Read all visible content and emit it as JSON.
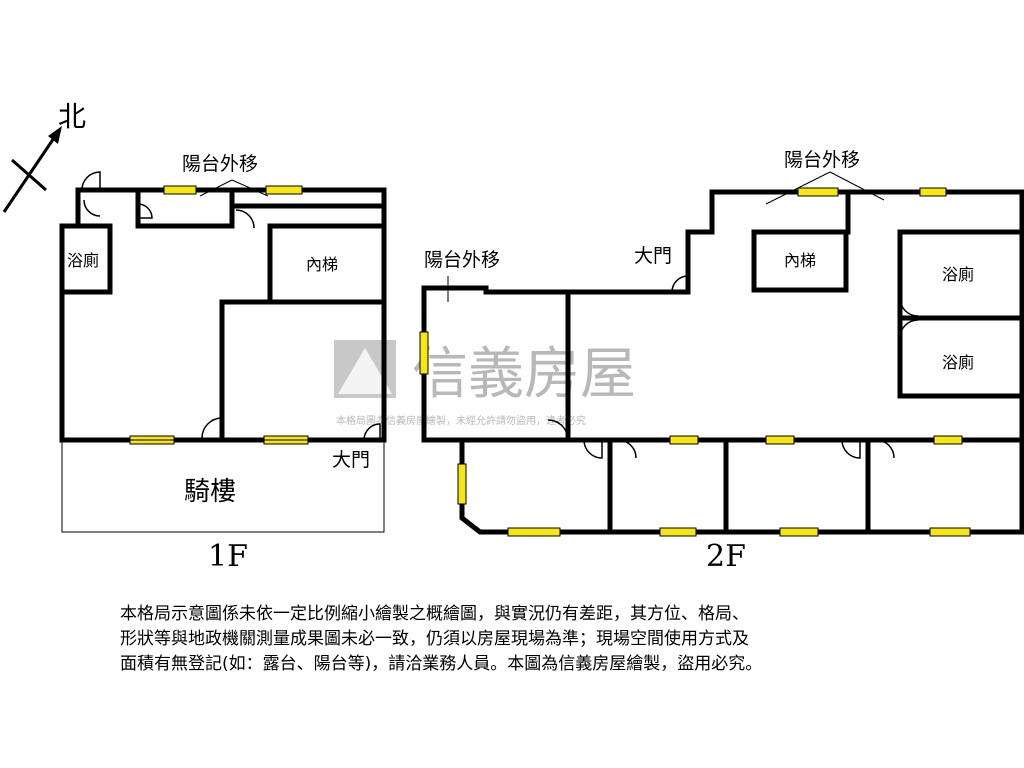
{
  "compass": {
    "label": "北"
  },
  "floor1": {
    "label": "1F",
    "balcony_note": "陽台外移",
    "bath": "浴廁",
    "stair": "內梯",
    "arcade": "騎樓",
    "main_door": "大門"
  },
  "floor2": {
    "label": "2F",
    "balcony_note_top": "陽台外移",
    "balcony_note_left": "陽台外移",
    "main_door": "大門",
    "stair": "內梯",
    "bath_1": "浴廁",
    "bath_2": "浴廁"
  },
  "watermark": {
    "brand": "信義房屋",
    "caption": "本格局圖為信義房屋繪製，未經允許請勿盜用，違者必究"
  },
  "disclaimer": {
    "lines": [
      "本格局示意圖係未依一定比例縮小繪製之概繪圖，與實況仍有差距，其方位、格局、",
      "形狀等與地政機關測量成果圖未必一致，仍須以房屋現場為準；現場空間使用方式及",
      "面積有無登記(如：露台、陽台等)，請洽業務人員。本圖為信義房屋繪製，盜用必究。"
    ]
  },
  "colors": {
    "wall": "#000000",
    "window": "#f5e614",
    "watermark": "#b8b8b8"
  }
}
